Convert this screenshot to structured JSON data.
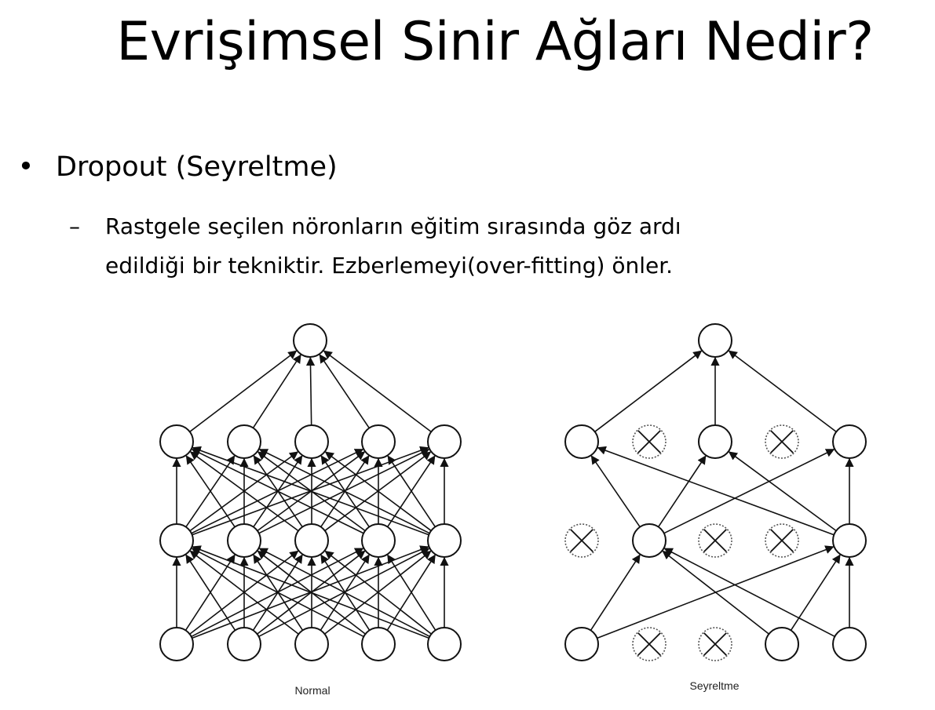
{
  "title": "Evrişimsel Sinir Ağları Nedir?",
  "bullet": {
    "marker": "•",
    "text": "Dropout (Seyreltme)"
  },
  "sub_bullet": {
    "marker": "–",
    "line1": "Rastgele seçilen nöronların eğitim sırasında göz ardı",
    "line2": "edildiği bir tekniktir. Ezberlemeyi(over-fitting) önler."
  },
  "diagrams": {
    "normal_caption": "Normal",
    "dropout_caption": "Seyreltme"
  },
  "colors": {
    "stroke": "#111111",
    "dropped_stroke": "#555555"
  }
}
